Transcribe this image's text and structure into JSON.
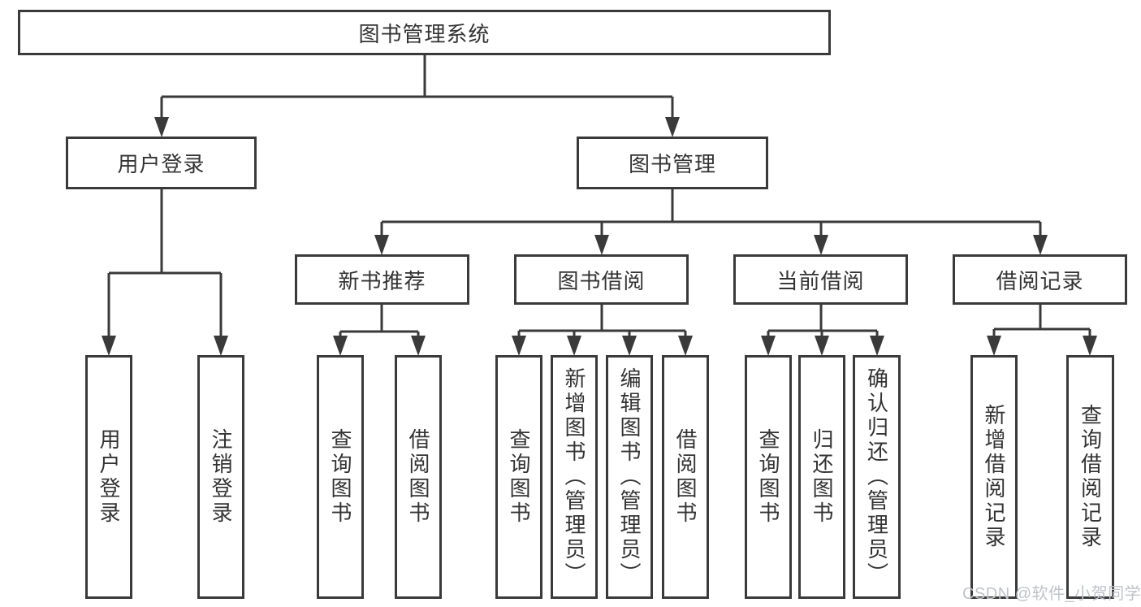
{
  "tree": {
    "label": "图书管理系统",
    "children": [
      {
        "label": "用户登录",
        "children": [
          {
            "label": "用户登录"
          },
          {
            "label": "注销登录"
          }
        ]
      },
      {
        "label": "图书管理",
        "children": [
          {
            "label": "新书推荐",
            "children": [
              {
                "label": "查询图书"
              },
              {
                "label": "借阅图书"
              }
            ]
          },
          {
            "label": "图书借阅",
            "children": [
              {
                "label": "查询图书"
              },
              {
                "label": "新增图书（管理员）"
              },
              {
                "label": "编辑图书（管理员）"
              },
              {
                "label": "借阅图书"
              }
            ]
          },
          {
            "label": "当前借阅",
            "children": [
              {
                "label": "查询图书"
              },
              {
                "label": "归还图书"
              },
              {
                "label": "确认归还（管理员）"
              }
            ]
          },
          {
            "label": "借阅记录",
            "children": [
              {
                "label": "新增借阅记录"
              },
              {
                "label": "查询借阅记录"
              }
            ]
          }
        ]
      }
    ]
  },
  "watermark": {
    "text": "CSDN @软件_小贺同学"
  },
  "colors": {
    "line": "#3a3a3a",
    "fill": "#ffffff",
    "text": "#333333",
    "watermark": "#bfc3c9",
    "background": "#ffffff"
  }
}
